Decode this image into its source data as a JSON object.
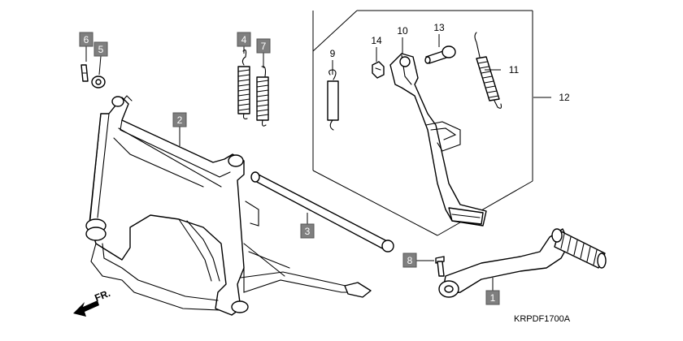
{
  "diagram": {
    "code": "KRPDF1700A",
    "direction_label": "FR.",
    "callouts": [
      {
        "id": "c1",
        "label": "1",
        "boxed": true
      },
      {
        "id": "c2",
        "label": "2",
        "boxed": true
      },
      {
        "id": "c3",
        "label": "3",
        "boxed": true
      },
      {
        "id": "c4",
        "label": "4",
        "boxed": true
      },
      {
        "id": "c5",
        "label": "5",
        "boxed": true
      },
      {
        "id": "c6",
        "label": "6",
        "boxed": true
      },
      {
        "id": "c7",
        "label": "7",
        "boxed": true
      },
      {
        "id": "c8",
        "label": "8",
        "boxed": true
      },
      {
        "id": "c9",
        "label": "9",
        "boxed": false
      },
      {
        "id": "c10",
        "label": "10",
        "boxed": false
      },
      {
        "id": "c11",
        "label": "11",
        "boxed": false
      },
      {
        "id": "c12",
        "label": "12",
        "boxed": false
      },
      {
        "id": "c13",
        "label": "13",
        "boxed": false
      },
      {
        "id": "c14",
        "label": "14",
        "boxed": false
      }
    ]
  },
  "colors": {
    "label_box": "#7f7f7f",
    "line": "#000000",
    "background": "#ffffff"
  }
}
